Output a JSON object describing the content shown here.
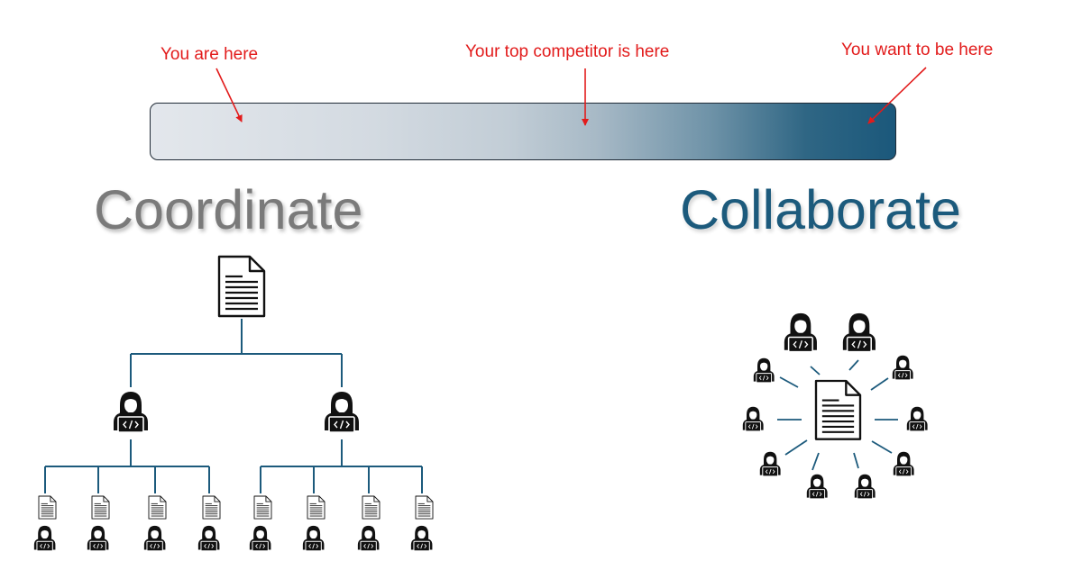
{
  "annotations": {
    "you_are_here": "You are here",
    "competitor": "Your top competitor is here",
    "want_to_be": "You want to be here"
  },
  "labels": {
    "coordinate": "Coordinate",
    "collaborate": "Collaborate"
  },
  "icons": {
    "document": "document-icon",
    "developer": "developer-at-laptop-icon"
  },
  "colors": {
    "annotation": "#e21b1b",
    "coordinate_text": "#7a7a7a",
    "collaborate_text": "#1c5a7c",
    "connector": "#1c5a7c",
    "spectrum_start": "#e3e7ec",
    "spectrum_end": "#1b587b"
  }
}
